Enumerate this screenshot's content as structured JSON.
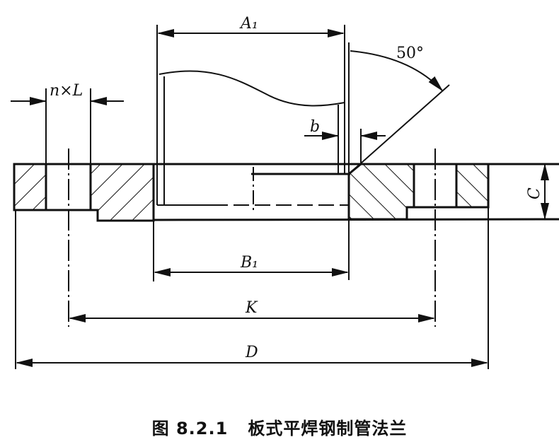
{
  "labels": {
    "A1": "A₁",
    "angle": "50°",
    "nL": "n×L",
    "b": "b",
    "C": "C",
    "B1": "B₁",
    "K": "K",
    "D": "D"
  },
  "caption": {
    "number": "图 8.2.1",
    "title": "板式平焊钢制管法兰"
  }
}
